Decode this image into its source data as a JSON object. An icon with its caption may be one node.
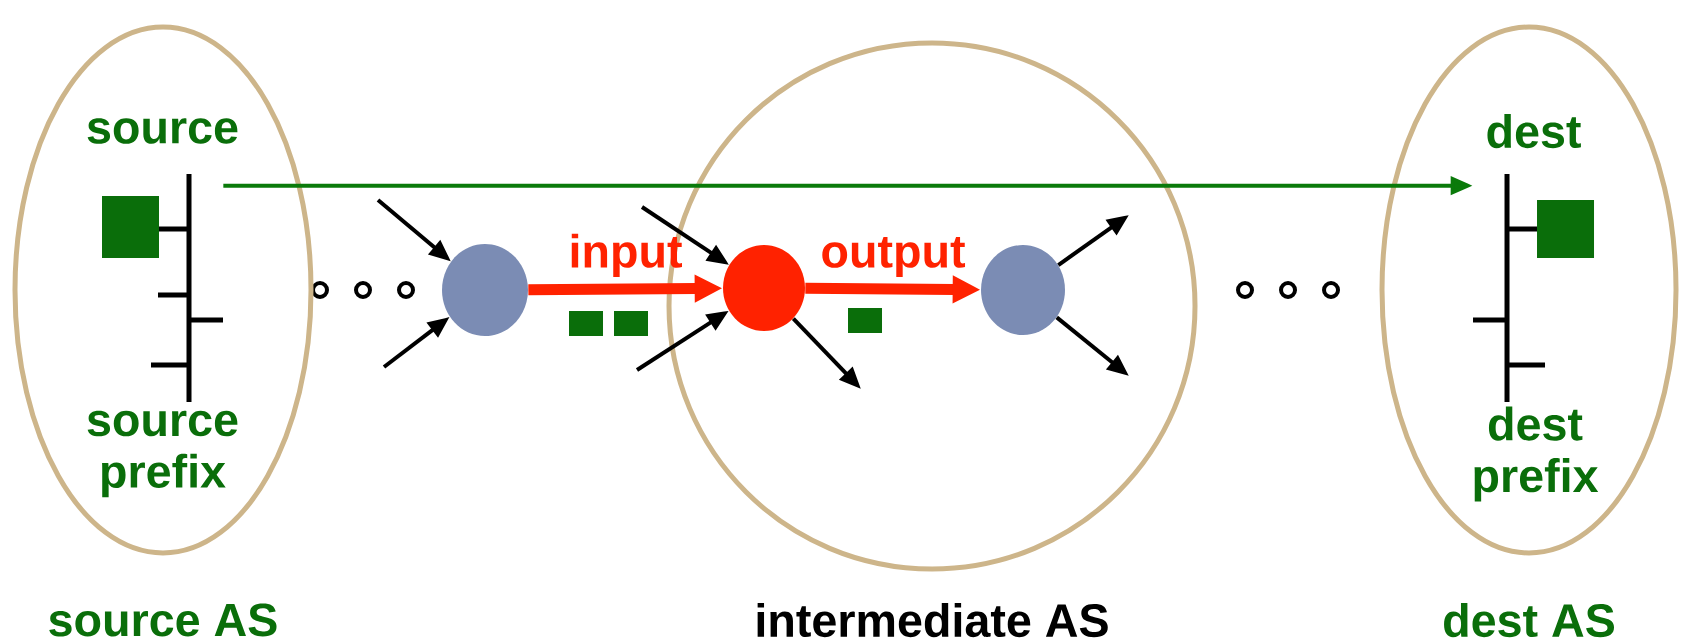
{
  "diagram": {
    "nodes": [
      {
        "text": [
          "source AS"
        ]
      },
      {
        "text": [
          "source",
          "source prefix"
        ],
        "in": 0
      },
      {
        "text": [
          "intermediate AS"
        ]
      },
      {
        "text": [],
        "shape": "circle"
      },
      {
        "text": [],
        "shape": "circle",
        "in": 2
      },
      {
        "text": [],
        "shape": "circle",
        "in": 2
      },
      {
        "text": [
          "dest AS"
        ]
      },
      {
        "text": [
          "dest",
          "dest prefix"
        ],
        "in": 6
      }
    ],
    "edges": [
      {
        "from": 1,
        "to": 7,
        "arrow": "to",
        "color": "#0a7a0a"
      },
      {
        "from": 3,
        "to": 4,
        "arrow": "to",
        "label": "input",
        "style": "thick",
        "color": "#ff2200"
      },
      {
        "from": 4,
        "to": 5,
        "arrow": "to",
        "label": "output",
        "style": "thick",
        "color": "#ff2200"
      },
      {
        "from": null,
        "to": 3,
        "arrow": "to"
      },
      {
        "from": null,
        "to": 3,
        "arrow": "to"
      },
      {
        "from": null,
        "to": 4,
        "arrow": "to"
      },
      {
        "from": null,
        "to": 4,
        "arrow": "to"
      },
      {
        "from": 4,
        "to": null,
        "arrow": "to"
      },
      {
        "from": 5,
        "to": null,
        "arrow": "to"
      },
      {
        "from": 5,
        "to": null,
        "arrow": "to"
      }
    ]
  }
}
